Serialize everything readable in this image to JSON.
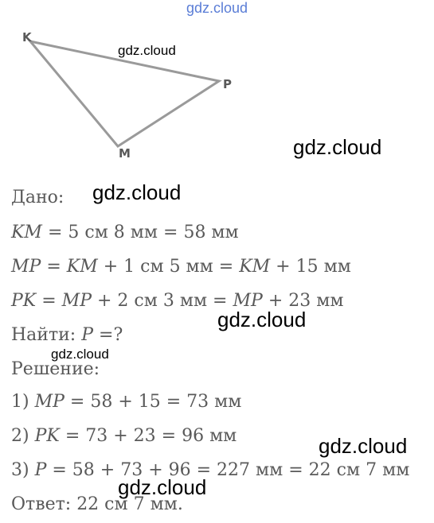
{
  "watermarks": {
    "top": "gdz.cloud",
    "w1": "gdz.cloud",
    "w2": "gdz.cloud",
    "w3": "gdz.cloud",
    "w4": "gdz.cloud",
    "w5": "gdz.cloud",
    "w6": "gdz.cloud",
    "w7": "gdz.cloud"
  },
  "figure": {
    "vertices": {
      "k": "K",
      "p": "P",
      "m": "M"
    }
  },
  "given": {
    "label": "Дано:",
    "km": {
      "lhs": "KM",
      "rhs": " = 5 см 8 мм = 58 мм"
    },
    "mp": {
      "lhs": "MP",
      "mid": " = ",
      "var": "KM",
      "rhs": " + 1 см 5 мм = ",
      "var2": "KM",
      "rhs2": " + 15 мм"
    },
    "pk": {
      "lhs": "PK",
      "mid": " = ",
      "var": "MP",
      "rhs": " + 2 см 3 мм = ",
      "var2": "MP",
      "rhs2": " + 23 мм"
    }
  },
  "find": {
    "label": "Найти: ",
    "var": "P",
    "rest": " =?"
  },
  "solution": {
    "label": "Решение:",
    "s1": {
      "num": "1) ",
      "var": "MP",
      "rest": " = 58 + 15 = 73 мм"
    },
    "s2": {
      "num": "2) ",
      "var": "PK",
      "rest": " = 73 + 23 = 96 мм"
    },
    "s3": {
      "num": "3) ",
      "var": "P",
      "rest": " = 58 + 73 + 96 = 227 мм = 22 см 7 мм"
    }
  },
  "answer": "Ответ: 22 см 7 мм."
}
